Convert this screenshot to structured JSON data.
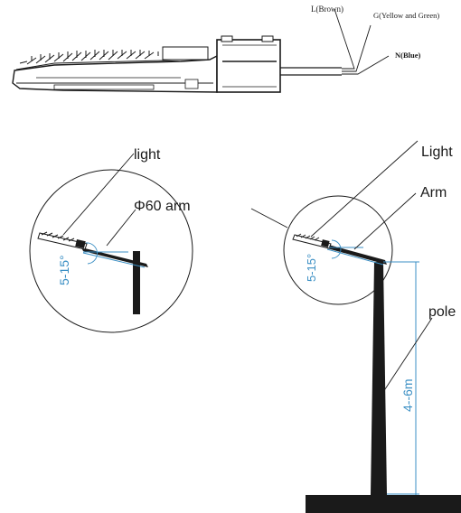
{
  "wiring": {
    "live_label": "L(Brown)",
    "ground_label": "G(Yellow and Green)",
    "neutral_label": "N(Blue)"
  },
  "left_install": {
    "light_label": "light",
    "arm_label": "Φ60 arm",
    "tilt_label": "5-15°"
  },
  "right_install": {
    "light_label": "Light",
    "arm_label": "Arm",
    "pole_label": "pole",
    "tilt_label": "5-15°",
    "height_label": "4--6m"
  },
  "colors": {
    "line": "#1a1a1a",
    "dimension": "#3b8fc4"
  }
}
